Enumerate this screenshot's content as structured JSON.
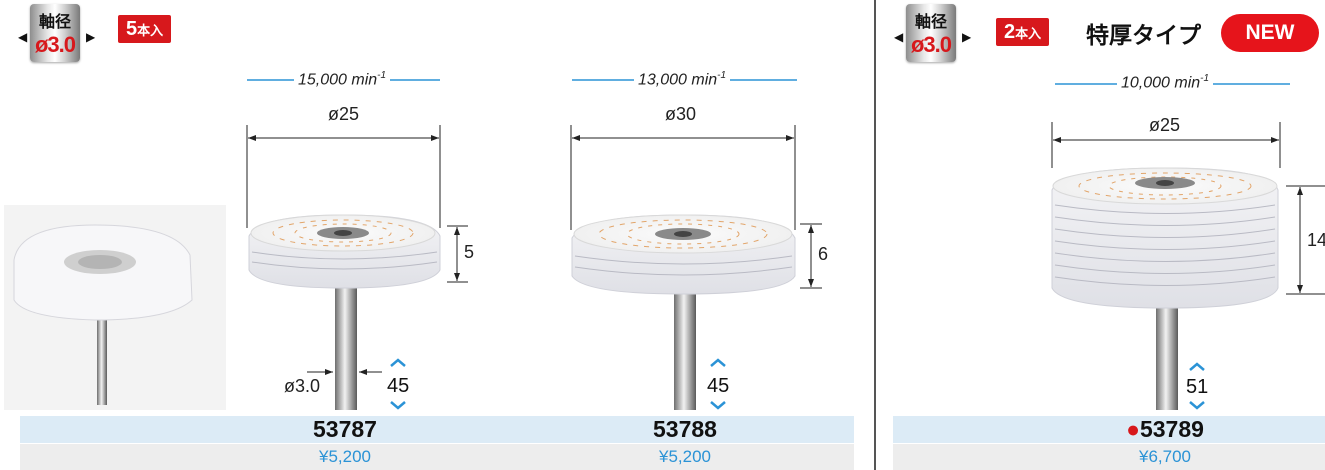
{
  "shaft_badge": {
    "label": "軸径",
    "value": "ø3.0"
  },
  "left_section": {
    "quantity": {
      "number": "5",
      "unit": "本入"
    },
    "products": [
      {
        "rpm": "15,000",
        "diameter": "ø25",
        "thickness": "5",
        "shaft": "ø3.0",
        "depth": "45",
        "model": "53787",
        "price": "¥5,200"
      },
      {
        "rpm": "13,000",
        "diameter": "ø30",
        "thickness": "6",
        "depth": "45",
        "model": "53788",
        "price": "¥5,200"
      }
    ]
  },
  "right_section": {
    "quantity": {
      "number": "2",
      "unit": "本入"
    },
    "type_label": "特厚タイプ",
    "new_badge": "NEW",
    "product": {
      "rpm": "10,000",
      "diameter": "ø25",
      "thickness": "14",
      "depth": "51",
      "marker": "●",
      "model": "53789",
      "price": "¥6,700"
    }
  },
  "rpm_unit": "min",
  "rpm_exponent": "-1",
  "colors": {
    "accent_red": "#d7181c",
    "price_blue": "#2b93d6",
    "model_row_bg": "#dcebf6",
    "price_row_bg": "#ededed",
    "dim_line_blue": "#2b93d6"
  }
}
